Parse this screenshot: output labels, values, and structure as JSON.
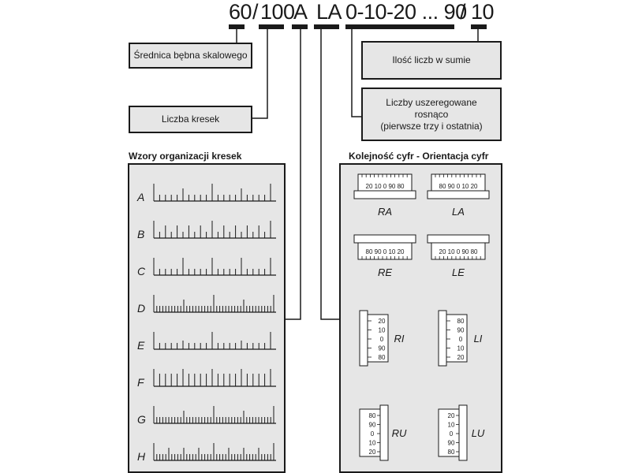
{
  "code": {
    "diameter": "60",
    "slash1": "/",
    "divisions": "100",
    "pattern": "A",
    "orientation": "LA",
    "sequence": "0-10-20 ... 90",
    "slash2": "/",
    "count": "10"
  },
  "boxes": {
    "diameter": "Średnica bębna skalowego",
    "divisions": "Liczba kresek",
    "count": "Ilość liczb w sumie",
    "sequence_line1": "Liczby uszeregowane",
    "sequence_line2": "rosnąco",
    "sequence_line3": "(pierwsze trzy i ostatnia)"
  },
  "patterns": {
    "title": "Wzory organizacji kresek",
    "rows": [
      {
        "letter": "A",
        "major_every": 10,
        "mid_every": 5,
        "mid_level": "mid",
        "spacing": "normal"
      },
      {
        "letter": "B",
        "major_every": 10,
        "mid_every": 2,
        "mid_level": "mid",
        "spacing": "normal"
      },
      {
        "letter": "C",
        "major_every": 5,
        "mid_every": 0,
        "mid_level": "none",
        "spacing": "normal"
      },
      {
        "letter": "D",
        "major_every": 20,
        "mid_every": 10,
        "mid_level": "mid",
        "spacing": "fine"
      },
      {
        "letter": "E",
        "major_every": 10,
        "mid_every": 5,
        "mid_level": "short",
        "spacing": "normal"
      },
      {
        "letter": "F",
        "major_every": 5,
        "mid_every": 1,
        "mid_level": "mid",
        "spacing": "normal"
      },
      {
        "letter": "G",
        "major_every": 20,
        "mid_every": 10,
        "mid_level": "mid",
        "spacing": "fine"
      },
      {
        "letter": "H",
        "major_every": 20,
        "mid_every": 5,
        "mid_level": "mid",
        "spacing": "fine"
      }
    ]
  },
  "orientations": {
    "title": "Kolejność cyfr - Orientacja cyfr",
    "horizontal": [
      {
        "label": "RA",
        "numbers": "20 10 0 90 80",
        "bar": "bottom"
      },
      {
        "label": "LA",
        "numbers": "80 90 0 10 20",
        "bar": "bottom"
      },
      {
        "label": "RE",
        "numbers": "80 90 0 10 20",
        "bar": "top"
      },
      {
        "label": "LE",
        "numbers": "20 10 0 90 80",
        "bar": "top"
      }
    ],
    "vertical": [
      {
        "label": "RI",
        "numbers": [
          "20",
          "10",
          "0",
          "90",
          "80"
        ],
        "bar": "left"
      },
      {
        "label": "LI",
        "numbers": [
          "80",
          "90",
          "0",
          "10",
          "20"
        ],
        "bar": "left"
      },
      {
        "label": "RU",
        "numbers": [
          "80",
          "90",
          "0",
          "10",
          "20"
        ],
        "bar": "right"
      },
      {
        "label": "LU",
        "numbers": [
          "20",
          "10",
          "0",
          "90",
          "80"
        ],
        "bar": "right"
      }
    ]
  }
}
